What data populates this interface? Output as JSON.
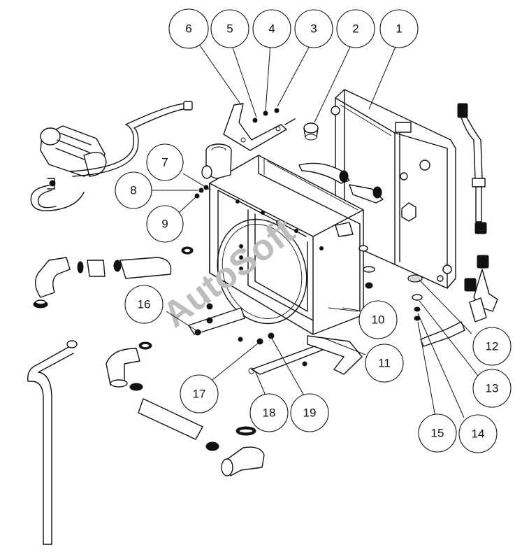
{
  "diagram": {
    "watermark": "AutoSoft",
    "callouts": [
      "1",
      "2",
      "3",
      "4",
      "5",
      "6",
      "7",
      "8",
      "9",
      "10",
      "11",
      "12",
      "13",
      "14",
      "15",
      "16",
      "17",
      "18",
      "19"
    ]
  }
}
